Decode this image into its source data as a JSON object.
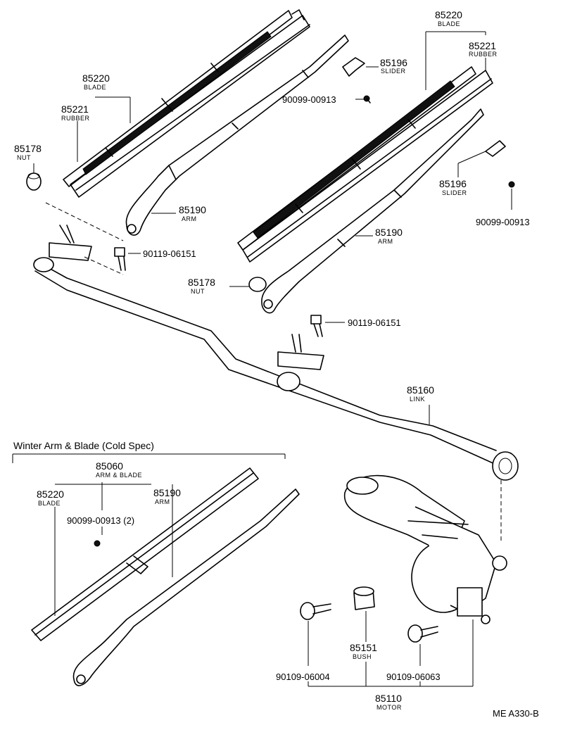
{
  "figure_code": "ME A330-B",
  "section_title": "Winter Arm & Blade (Cold Spec)",
  "parts": {
    "blade_left": {
      "number": "85220",
      "name": "BLADE"
    },
    "rubber_left": {
      "number": "85221",
      "name": "RUBBER"
    },
    "nut_left": {
      "number": "85178",
      "name": "NUT"
    },
    "arm_left": {
      "number": "85190",
      "name": "ARM"
    },
    "slider_top": {
      "number": "85196",
      "name": "SLIDER"
    },
    "screw_top": {
      "number": "90099-00913"
    },
    "blade_right": {
      "number": "85220",
      "name": "BLADE"
    },
    "rubber_right": {
      "number": "85221",
      "name": "RUBBER"
    },
    "slider_right": {
      "number": "85196",
      "name": "SLIDER"
    },
    "screw_right": {
      "number": "90099-00913"
    },
    "bolt_left": {
      "number": "90119-06151"
    },
    "arm_right": {
      "number": "85190",
      "name": "ARM"
    },
    "nut_right": {
      "number": "85178",
      "name": "NUT"
    },
    "bolt_right": {
      "number": "90119-06151"
    },
    "link": {
      "number": "85160",
      "name": "LINK"
    },
    "winter_arm_blade": {
      "number": "85060",
      "name": "ARM & BLADE"
    },
    "winter_blade": {
      "number": "85220",
      "name": "BLADE"
    },
    "winter_arm": {
      "number": "85190",
      "name": "ARM"
    },
    "winter_screw": {
      "number": "90099-00913 (2)"
    },
    "bush": {
      "number": "85151",
      "name": "BUSH"
    },
    "bolt_motor_left": {
      "number": "90109-06004"
    },
    "bolt_motor_right": {
      "number": "90109-06063"
    },
    "motor": {
      "number": "85110",
      "name": "MOTOR"
    }
  }
}
